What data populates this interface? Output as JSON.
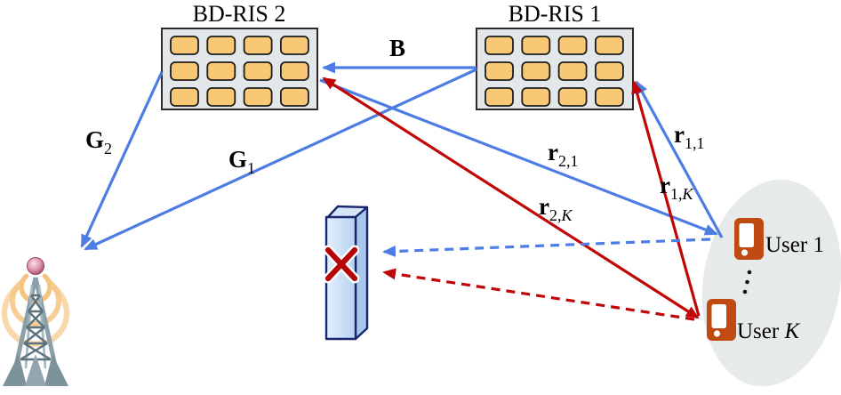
{
  "figure": {
    "panels": [
      {
        "title": "BD-RIS 2"
      },
      {
        "title": "BD-RIS 1"
      }
    ],
    "grid": {
      "rows": 3,
      "cols": 4
    },
    "channel_labels": {
      "B": {
        "main": "B",
        "sub": "",
        "sub_it": ""
      },
      "G2": {
        "main": "G",
        "sub": "2",
        "sub_it": ""
      },
      "G1": {
        "main": "G",
        "sub": "1",
        "sub_it": ""
      },
      "r21": {
        "main": "r",
        "sub": "2,1",
        "sub_it": ""
      },
      "r11": {
        "main": "r",
        "sub": "1,1",
        "sub_it": ""
      },
      "r1K": {
        "main": "r",
        "sub": "1,",
        "sub_it": "K"
      },
      "r2K": {
        "main": "r",
        "sub": "2,",
        "sub_it": "K"
      }
    },
    "users": [
      {
        "text": "User ",
        "index": "1"
      },
      {
        "text": "User ",
        "index": "K"
      }
    ],
    "colors": {
      "blue_arrow": "#4d7de4",
      "red_arrow": "#c00606",
      "ris_panel": "#e3e7e9",
      "ris_cell": "#f9c875",
      "phone": "#c04b12",
      "obstacle_fill": "#cfe2f8",
      "obstacle_stroke": "#18276f",
      "blocked_x": "#b50505",
      "user_region": "#e7eaea",
      "tower_wave": "#f5c483"
    }
  }
}
